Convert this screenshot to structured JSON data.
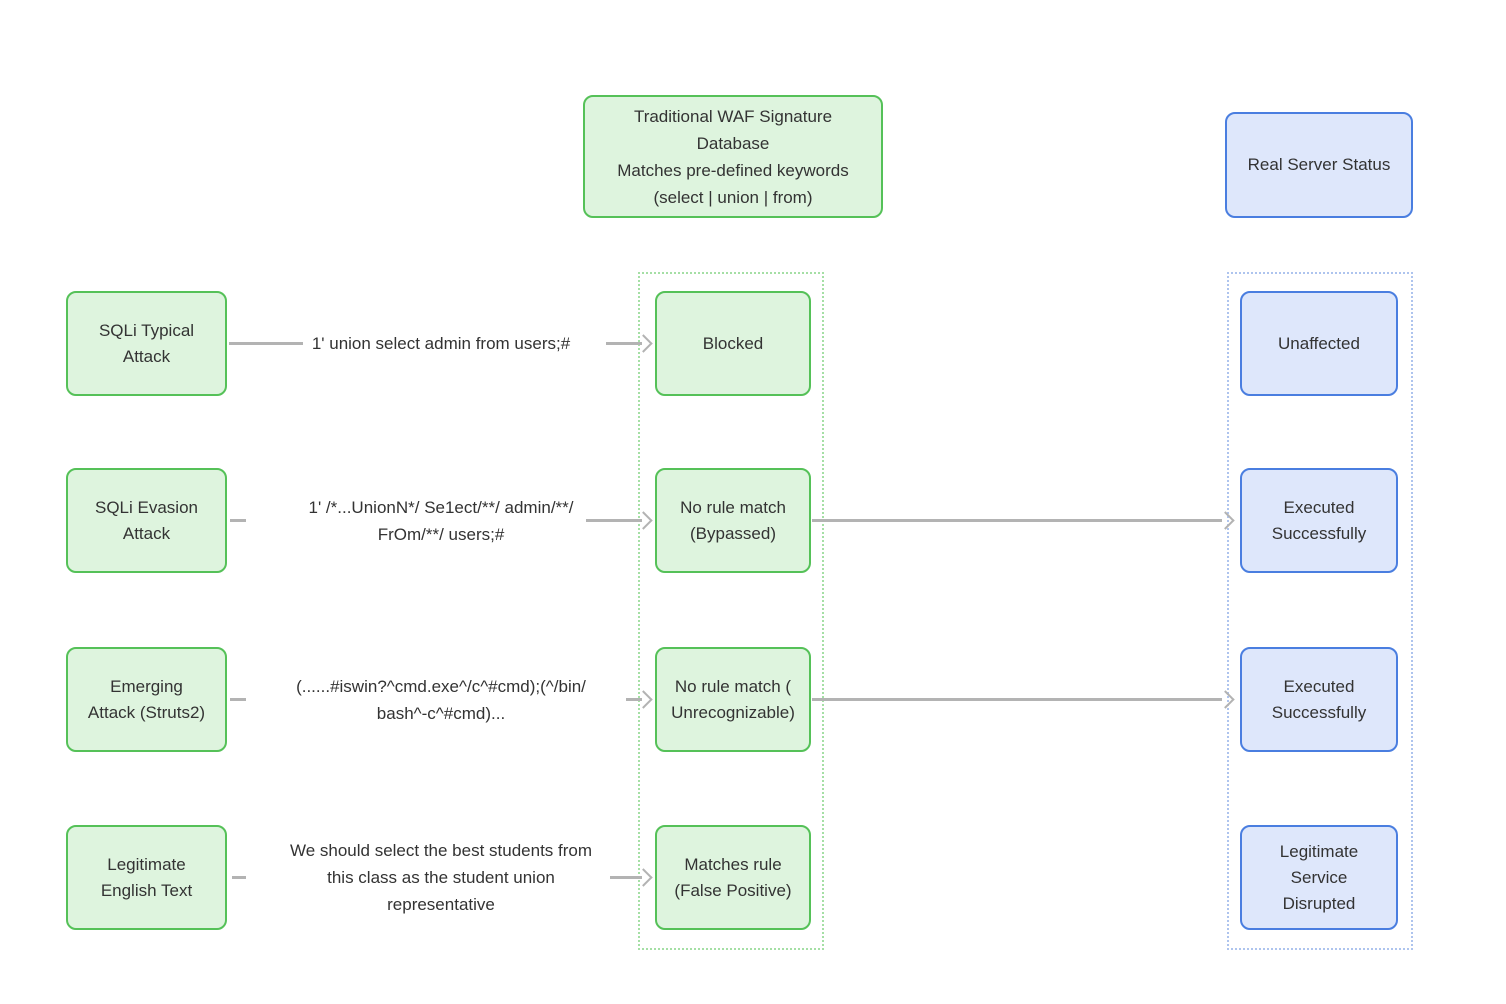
{
  "header": {
    "waf_db": "Traditional WAF Signature\nDatabase\nMatches pre-defined keywords\n(select | union | from)",
    "server_status": "Real Server Status"
  },
  "rows": [
    {
      "source": "SQLi Typical\nAttack",
      "payload": "1' union select admin from users;#",
      "waf_result": "Blocked",
      "server_result": "Unaffected"
    },
    {
      "source": "SQLi Evasion\nAttack",
      "payload": "1' /*...UnionN*/ Se1ect/**/ admin/**/\nFrOm/**/ users;#",
      "waf_result": "No rule match\n(Bypassed)",
      "server_result": "Executed\nSuccessfully"
    },
    {
      "source": "Emerging\nAttack (Struts2)",
      "payload": "(......#iswin?^cmd.exe^/c^#cmd);(^/bin/\nbash^-c^#cmd)...",
      "waf_result": "No rule match (\nUnrecognizable)",
      "server_result": "Executed\nSuccessfully"
    },
    {
      "source": "Legitimate\nEnglish Text",
      "payload": "We should select the best students from\nthis class as the student union\nrepresentative",
      "waf_result": "Matches rule\n(False Positive)",
      "server_result": "Legitimate\nService\nDisrupted"
    }
  ],
  "colors": {
    "green_fill": "#def4de",
    "green_stroke": "#55c158",
    "green_dot": "#a5dfa5",
    "blue_fill": "#dee7fb",
    "blue_stroke": "#4a7ee0",
    "blue_dot": "#aec4ee",
    "edge": "#b3b3b3",
    "text": "#333333",
    "bg": "#ffffff"
  }
}
